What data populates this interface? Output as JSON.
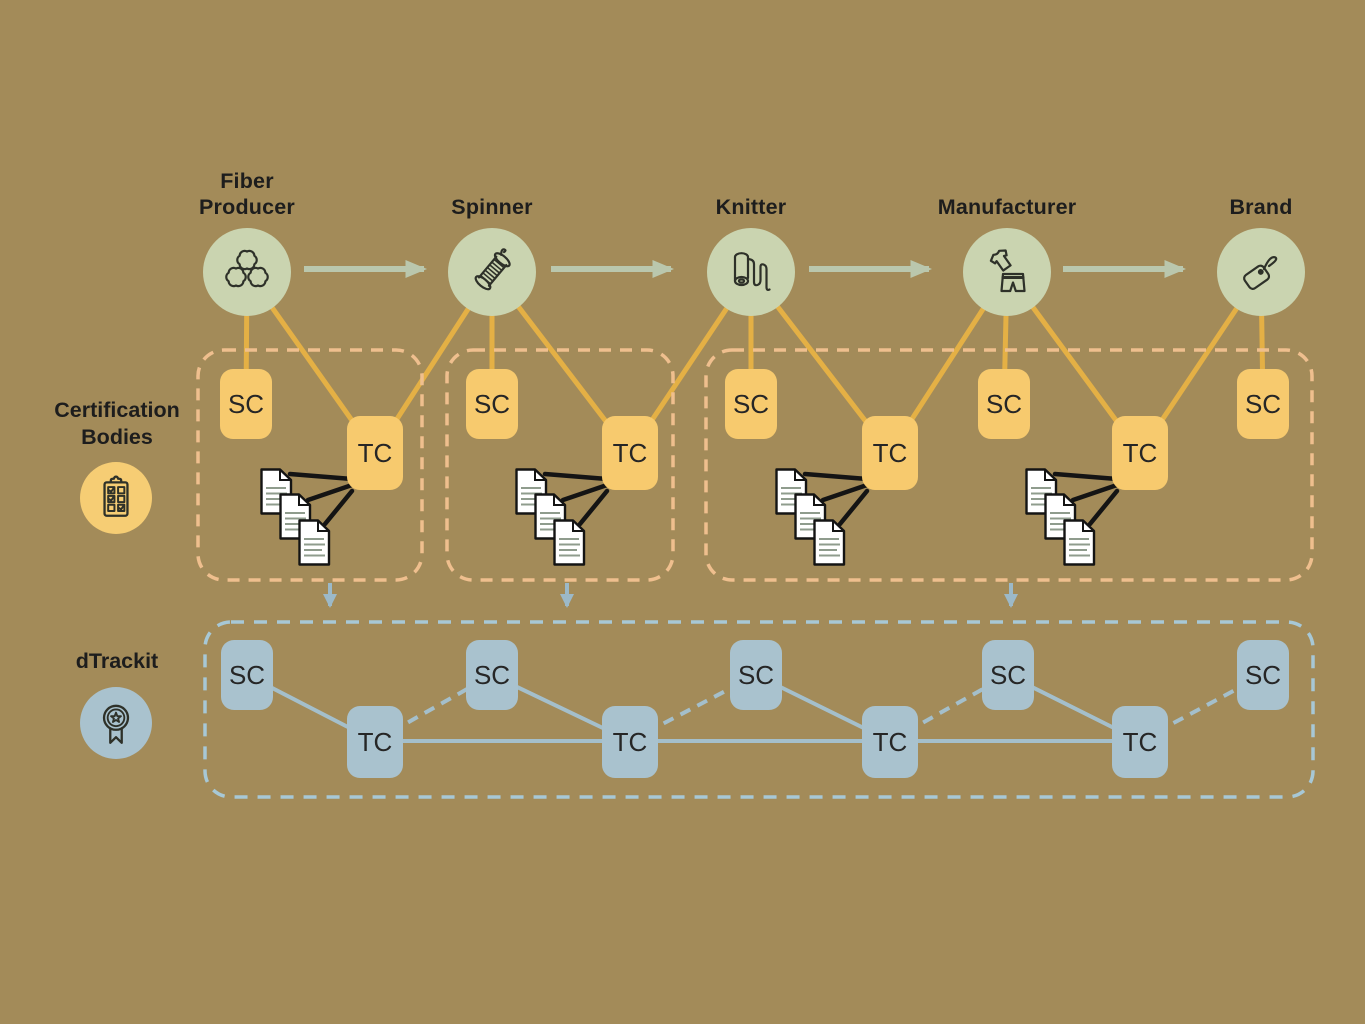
{
  "colors": {
    "background": "#a38b59",
    "actor_circle": "#cad4b0",
    "flow_arrow": "#bac7ad",
    "cert_node_fill": "#f7ca6e",
    "cert_box_dash": "#efbf8e",
    "yellow_line": "#e4b045",
    "dtrackit_node_fill": "#a9c2ce",
    "dtrackit_box_dash": "#a7c8d6",
    "blue_line": "#a4bfcb",
    "doc_link_line": "#141414"
  },
  "actors": [
    {
      "label": "Fiber Producer",
      "icon": "cotton-fibers-icon"
    },
    {
      "label": "Spinner",
      "icon": "yarn-spool-icon"
    },
    {
      "label": "Knitter",
      "icon": "fabric-roll-icon"
    },
    {
      "label": "Manufacturer",
      "icon": "garments-icon"
    },
    {
      "label": "Brand",
      "icon": "price-tag-icon"
    }
  ],
  "certification": {
    "label": "Certification Bodies",
    "icon": "clipboard-checklist-icon",
    "sc": "SC",
    "tc": "TC"
  },
  "dtrackit": {
    "label": "dTrackit",
    "icon": "award-ribbon-icon",
    "sc": "SC",
    "tc": "TC"
  }
}
